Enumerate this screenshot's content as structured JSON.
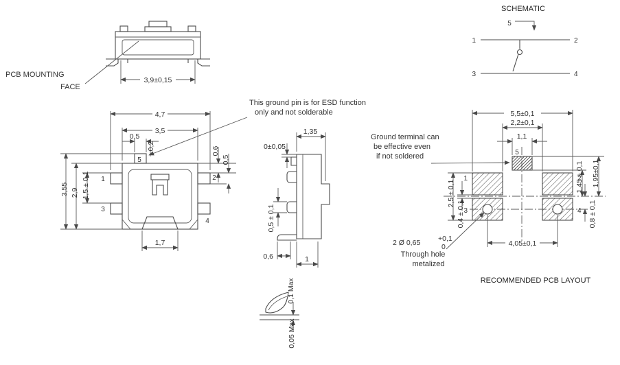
{
  "colors": {
    "line": "#4a4a4a",
    "text": "#333333",
    "background": "#ffffff"
  },
  "titles": {
    "schematic": "SCHEMATIC",
    "pcb_layout": "RECOMMENDED PCB LAYOUT"
  },
  "notes": {
    "pcb_mounting_1": "PCB MOUNTING",
    "pcb_mounting_2": "FACE",
    "esd_1": "This ground pin is for ESD function",
    "esd_2": "only and not solderable",
    "ground_1": "Ground terminal can",
    "ground_2": "be effective even",
    "ground_3": "if not soldered",
    "through_hole_1": "Through hole",
    "through_hole_2": "metalized"
  },
  "pins": {
    "p1": "1",
    "p2": "2",
    "p3": "3",
    "p4": "4",
    "p5": "5"
  },
  "top_view": {
    "width": "3,9±0,15"
  },
  "front_view": {
    "overall_width": "4,7",
    "body_width": "3,5",
    "pin5_width": "0,5",
    "pin5_offset": "0,2",
    "pin_top_offset": "0,6",
    "pin_width": "0,5",
    "overall_height": "3,55",
    "body_height": "2,9",
    "pin_pitch": "1,5 ± 0,1",
    "notch_width": "1,7"
  },
  "side_view": {
    "depth": "1,35",
    "coplanarity": "0±0,05",
    "pin_thickness": "0,5 ± 0,1",
    "foot_length": "0,6",
    "stand": "1"
  },
  "detail": {
    "max1": "0,1 Max",
    "max2": "0,05 Max"
  },
  "pcb": {
    "outer_width": "5,5±0,1",
    "inner_width": "2,2±0,1",
    "pad5_width": "1,1",
    "pad_height_span": "2,5 ± 0,1",
    "pad_row_gap": "0,4 ± 0,1",
    "center_to_pad5": "1,45 ± 0,1",
    "center_to_pad5_top": "1,95±0,1",
    "center_to_hole": "0,8 ± 0,1",
    "hole_pitch": "4,05±0,1",
    "hole_spec": "2 Ø  0,65",
    "hole_tol_plus": "+0,1",
    "hole_tol_minus": "0"
  }
}
